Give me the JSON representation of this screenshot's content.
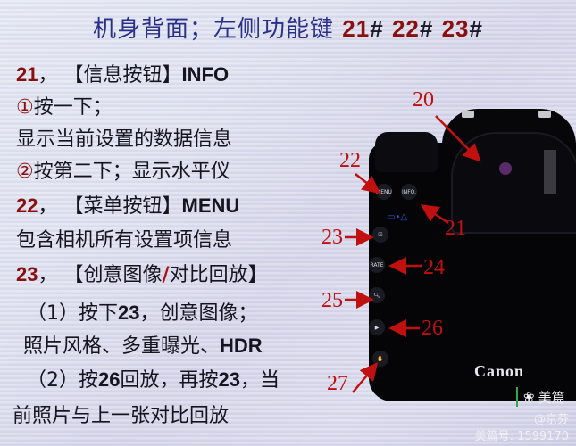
{
  "title": {
    "text": "机身背面；左侧功能键",
    "numbers": [
      "21",
      "22",
      "23"
    ],
    "hash": "#"
  },
  "sections": [
    {
      "number": "21",
      "sep": "，",
      "bracket_label": "【信息按钮】",
      "english": "INFO",
      "lines": [
        {
          "marker": "①",
          "text": "按一下；"
        },
        {
          "marker": "",
          "text": "显示当前设置的数据信息"
        },
        {
          "marker": "②",
          "text": "按第二下；显示水平仪"
        }
      ]
    },
    {
      "number": "22",
      "sep": "，",
      "bracket_label": "【菜单按钮】",
      "english": "MENU",
      "lines": [
        {
          "marker": "",
          "text": "包含相机所有设置项信息"
        }
      ]
    },
    {
      "number": "23",
      "sep": "，",
      "bracket_label_a": "【创意图像",
      "slash": "/",
      "bracket_label_b": "对比回放】",
      "lines": [
        {
          "prefix": "（1）按下",
          "num": "23",
          "text": "，创意图像；"
        },
        {
          "prefix": "照片风格、多重曝光、",
          "num": "HDR",
          "text": ""
        },
        {
          "prefix": "（2）按",
          "num": "26",
          "mid": "回放，再按",
          "num2": "23",
          "text": "，当"
        },
        {
          "prefix": "前照片与上一张对比回放",
          "num": "",
          "text": ""
        }
      ]
    }
  ],
  "camera": {
    "brand": "Canon",
    "button_labels": {
      "menu": "MENU",
      "info": "INFO.",
      "rate": "RATE"
    },
    "callouts": [
      "20",
      "21",
      "22",
      "23",
      "24",
      "25",
      "26",
      "27"
    ]
  },
  "watermark": {
    "brand": "美篇",
    "user": "@京芬",
    "id_label": "美篇号: 1599170"
  },
  "colors": {
    "title_blue": "#2a2f8a",
    "number_red": "#8a1010",
    "callout_red": "#c01010",
    "camera_black": "#050507"
  }
}
